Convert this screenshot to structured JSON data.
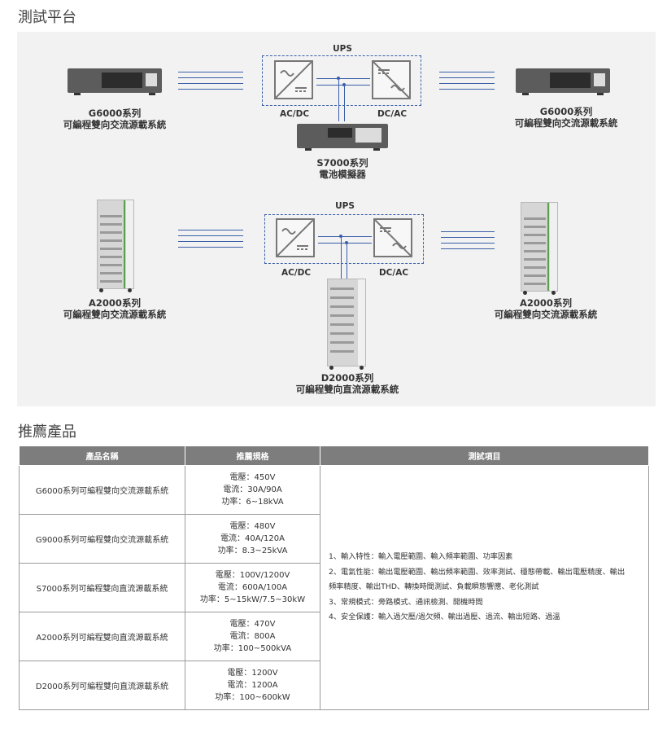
{
  "section1_title": "測試平台",
  "section2_title": "推薦產品",
  "diagram": {
    "ups_top": "UPS",
    "ups_bottom": "UPS",
    "acdc_top": "AC/DC",
    "dcac_top": "DC/AC",
    "acdc_bottom": "AC/DC",
    "dcac_bottom": "DC/AC",
    "left_top_series": "G6000系列",
    "left_top_desc": "可編程雙向交流源載系統",
    "right_top_series": "G6000系列",
    "right_top_desc": "可編程雙向交流源載系統",
    "center_top_series": "S7000系列",
    "center_top_desc": "電池模擬器",
    "left_bottom_series": "A2000系列",
    "left_bottom_desc": "可編程雙向交流源載系統",
    "right_bottom_series": "A2000系列",
    "right_bottom_desc": "可編程雙向交流源載系統",
    "center_bottom_series": "D2000系列",
    "center_bottom_desc": "可編程雙向直流源載系統"
  },
  "table": {
    "headers": [
      "產品名稱",
      "推薦規格",
      "測試項目"
    ],
    "rows": [
      {
        "name": "G6000系列可編程雙向交流源載系統",
        "spec1": "電壓：450V",
        "spec2": "電流：30A/90A",
        "spec3": "功率：6~18kVA"
      },
      {
        "name": "G9000系列可編程雙向交流源載系統",
        "spec1": "電壓：480V",
        "spec2": "電流：40A/120A",
        "spec3": "功率：8.3~25kVA"
      },
      {
        "name": "S7000系列可編程雙向直流源載系統",
        "spec1": "電壓：100V/1200V",
        "spec2": "電流：600A/100A",
        "spec3": "功率：5~15kW/7.5~30kW"
      },
      {
        "name": "A2000系列可編程雙向直流源載系統",
        "spec1": "電壓：470V",
        "spec2": "電流：800A",
        "spec3": "功率：100~500kVA"
      },
      {
        "name": "D2000系列可編程雙向直流源載系統",
        "spec1": "電壓：1200V",
        "spec2": "電流：1200A",
        "spec3": "功率：100~600kW"
      }
    ],
    "tests": [
      "1、輸入特性：輸入電壓範圍、輸入頻率範圍、功率因素",
      "2、電氣性能：輸出電壓範圍、輸出頻率範圍、效率測試、穩態帶載、輸出電壓精度、輸出",
      "頻率精度、輸出THD、轉換時間測試、負載瞬態響應、老化測試",
      "3、常規模式：旁路模式、通訊檢測、開機時間",
      "4、安全保護：輸入過欠壓/過欠頻、輸出過壓、過流、輸出短路、過溫"
    ]
  }
}
